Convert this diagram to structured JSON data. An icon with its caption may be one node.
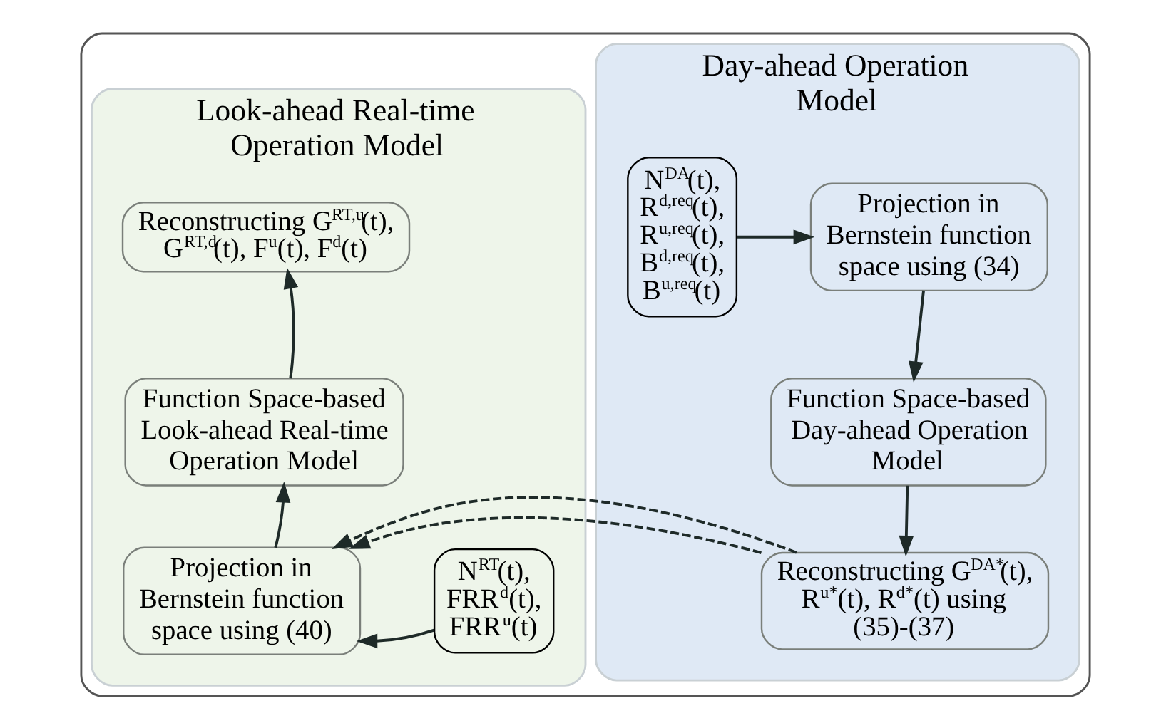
{
  "diagram": {
    "nodes": [
      {
        "text": [],
        "shape": "box"
      },
      {
        "text": [
          "Day-ahead Operation Model"
        ],
        "in": 0
      },
      {
        "text": [
          "N$^{DA}$(t), R$^{d,req}$(t), R$^{u,req}$(t), B$^{d,req}$(t), B$^{u,req}$(t)"
        ],
        "in": 1
      },
      {
        "text": [
          "Projection in Bernstein function space using (34)"
        ],
        "in": 1
      },
      {
        "text": [
          "Function Space-based Day-ahead Operation Model"
        ],
        "in": 1
      },
      {
        "text": [
          "Reconstructing G$^{DA*}$(t), R$^{u*}$(t), R$^{d*}$(t) using (35)-(37)"
        ],
        "in": 1
      },
      {
        "text": [
          "Look-ahead Real-time Operation Model"
        ],
        "in": 0
      },
      {
        "text": [
          "Reconstructing G$^{RT,u}$(t), G$^{RT,d}$(t), F$^{u}$(t), F$^{d}$(t)"
        ],
        "in": 6
      },
      {
        "text": [
          "Function Space-based Look-ahead Real-time Operation Model"
        ],
        "in": 6
      },
      {
        "text": [
          "Projection in Bernstein function space using (40)"
        ],
        "in": 6
      },
      {
        "text": [
          "N$^{RT}$(t), FRR$^{d}$(t), FRR$^{u}$(t)"
        ],
        "in": 6
      }
    ],
    "edges": [
      {
        "from": 2,
        "to": 3,
        "arrow": "to"
      },
      {
        "from": 3,
        "to": 4,
        "arrow": "to"
      },
      {
        "from": 4,
        "to": 5,
        "arrow": "to"
      },
      {
        "from": 5,
        "to": 9,
        "arrow": "to",
        "style": "dashed"
      },
      {
        "from": 9,
        "to": 8,
        "arrow": "to"
      },
      {
        "from": 8,
        "to": 7,
        "arrow": "to"
      },
      {
        "from": 10,
        "to": 9,
        "arrow": "to"
      }
    ]
  }
}
